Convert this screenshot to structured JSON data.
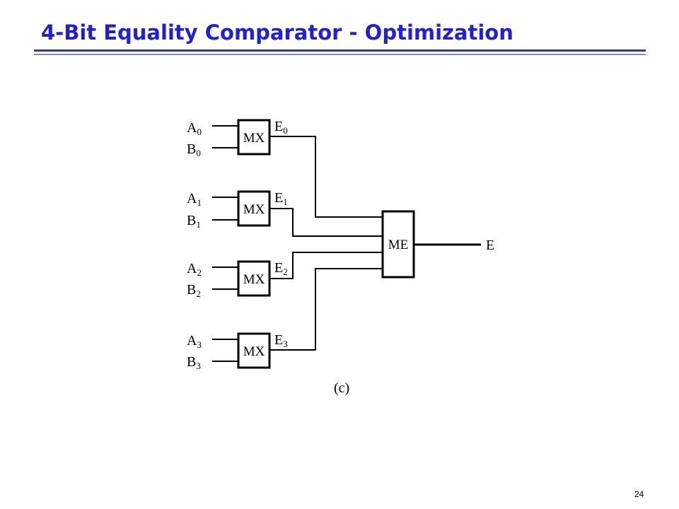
{
  "slide": {
    "title": "4-Bit Equality Comparator - Optimization",
    "title_color": "#2222cc",
    "rule_color": "#3b3b78",
    "page_number": "24"
  },
  "diagram": {
    "caption": "(c)",
    "stages": [
      {
        "input_a": {
          "letter": "A",
          "index": "0"
        },
        "input_b": {
          "letter": "B",
          "index": "0"
        },
        "block": "MX",
        "output": {
          "letter": "E",
          "index": "0"
        }
      },
      {
        "input_a": {
          "letter": "A",
          "index": "1"
        },
        "input_b": {
          "letter": "B",
          "index": "1"
        },
        "block": "MX",
        "output": {
          "letter": "E",
          "index": "1"
        }
      },
      {
        "input_a": {
          "letter": "A",
          "index": "2"
        },
        "input_b": {
          "letter": "B",
          "index": "2"
        },
        "block": "MX",
        "output": {
          "letter": "E",
          "index": "2"
        }
      },
      {
        "input_a": {
          "letter": "A",
          "index": "3"
        },
        "input_b": {
          "letter": "B",
          "index": "3"
        },
        "block": "MX",
        "output": {
          "letter": "E",
          "index": "3"
        }
      }
    ],
    "merge_block": "ME",
    "final_output": "E"
  }
}
